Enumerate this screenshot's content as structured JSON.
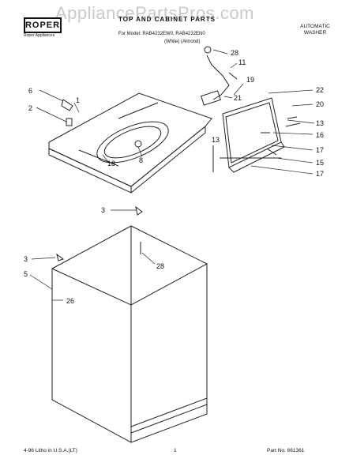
{
  "watermark": "AppliancePartsPros.com",
  "brand": {
    "logo": "ROPER",
    "tagline": "Roper Appliances"
  },
  "header": {
    "title": "TOP AND CABINET PARTS",
    "models_line": "For Model: RAB4232EW0, RAB4232EN0",
    "colors_line": "(White)   (Almond)",
    "product_type": [
      "AUTOMATIC",
      "WASHER"
    ]
  },
  "footer": {
    "litho": "4-96 Litho in U.S.A.(LT)",
    "page": "1",
    "part_no": "Part No. 661361"
  },
  "callouts": [
    "28",
    "11",
    "19",
    "22",
    "20",
    "21",
    "6",
    "1",
    "2",
    "8",
    "13",
    "13",
    "16",
    "17",
    "15",
    "17",
    "18",
    "3",
    "28",
    "3",
    "5",
    "26"
  ]
}
